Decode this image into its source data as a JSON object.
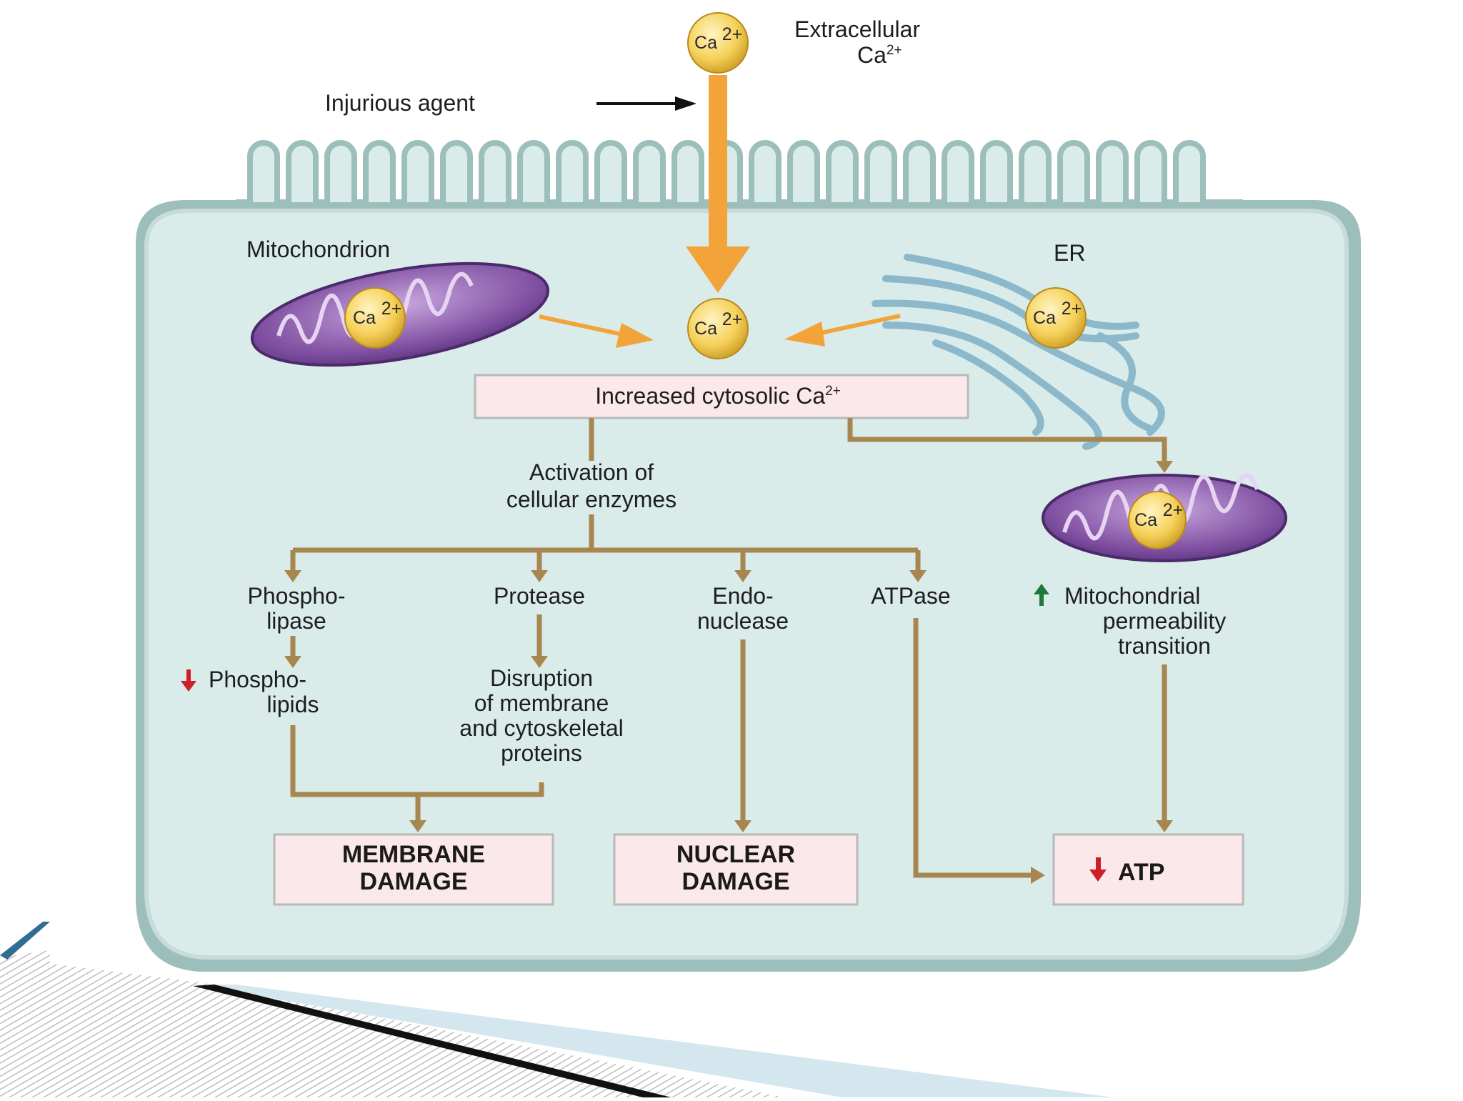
{
  "colors": {
    "cell_fill": "#d9ecea",
    "cell_rim": "#9dbfbc",
    "flow": "#a88650",
    "ca_fill": "#f6d15a",
    "mito": "#6b3f8f",
    "er": "#9cc6d6",
    "box_fill": "#fbe8ea",
    "down_arrow": "#cc1f2a",
    "up_arrow": "#1f7a3a"
  },
  "ions": {
    "extracellular": {
      "base": "Ca",
      "sup": "2+"
    },
    "mito_left": {
      "base": "Ca",
      "sup": "2+"
    },
    "cytosol": {
      "base": "Ca",
      "sup": "2+"
    },
    "er": {
      "base": "Ca",
      "sup": "2+"
    },
    "mito_right": {
      "base": "Ca",
      "sup": "2+"
    }
  },
  "labels": {
    "extracellular_line1": "Extracellular",
    "extracellular_line2_base": "Ca",
    "extracellular_line2_sup": "2+",
    "injurious_agent": "Injurious agent",
    "mitochondrion": "Mitochondrion",
    "er": "ER",
    "increased_base": "Increased cytosolic Ca",
    "increased_sup": "2+",
    "activation_line1": "Activation of",
    "activation_line2": "cellular enzymes",
    "phospholipase_line1": "Phospho-",
    "phospholipase_line2": "lipase",
    "protease": "Protease",
    "endonuclease_line1": "Endo-",
    "endonuclease_line2": "nuclease",
    "atpase": "ATPase",
    "mpt_line1": "Mitochondrial",
    "mpt_line2": "permeability",
    "mpt_line3": "transition",
    "phospholipids_line1": "Phospho-",
    "phospholipids_line2": "lipids",
    "disruption_line1": "Disruption",
    "disruption_line2": "of membrane",
    "disruption_line3": "and cytoskeletal",
    "disruption_line4": "proteins",
    "membrane_damage_line1": "MEMBRANE",
    "membrane_damage_line2": "DAMAGE",
    "nuclear_damage_line1": "NUCLEAR",
    "nuclear_damage_line2": "DAMAGE",
    "atp": "ATP"
  }
}
